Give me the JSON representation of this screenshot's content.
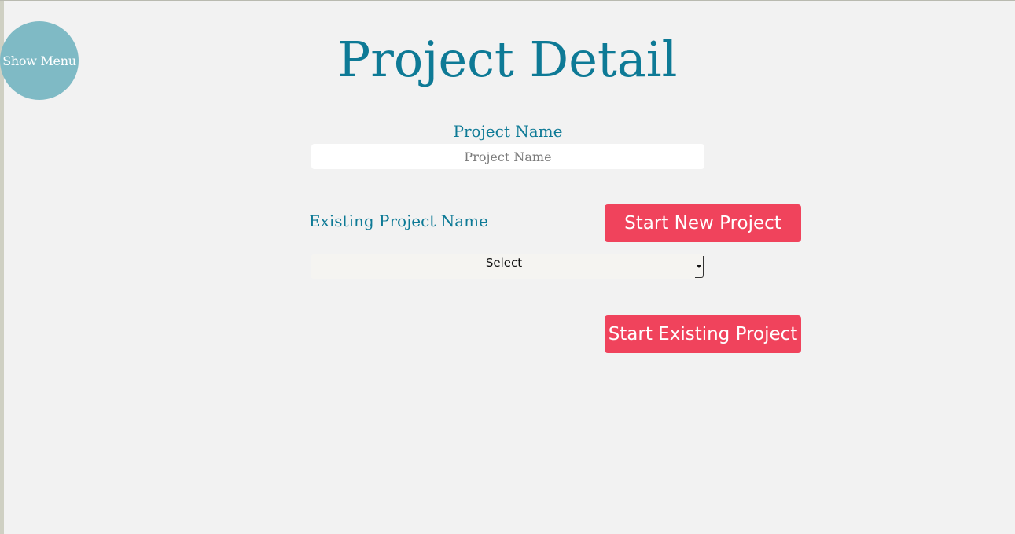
{
  "menu": {
    "toggle_label": "Show Menu"
  },
  "page": {
    "title": "Project Detail"
  },
  "form": {
    "project_name_label": "Project Name",
    "project_name_placeholder": "Project Name",
    "project_name_value": "",
    "existing_project_label": "Existing Project Name",
    "existing_project_selected": "Select",
    "start_new_label": "Start New Project",
    "start_existing_label": "Start Existing Project"
  },
  "colors": {
    "title": "#0e7a96",
    "button": "#f0435c",
    "menu_circle": "#7fbac5",
    "background": "#f2f2f2"
  },
  "icons": {
    "select_arrow": "chevron-down-icon"
  }
}
